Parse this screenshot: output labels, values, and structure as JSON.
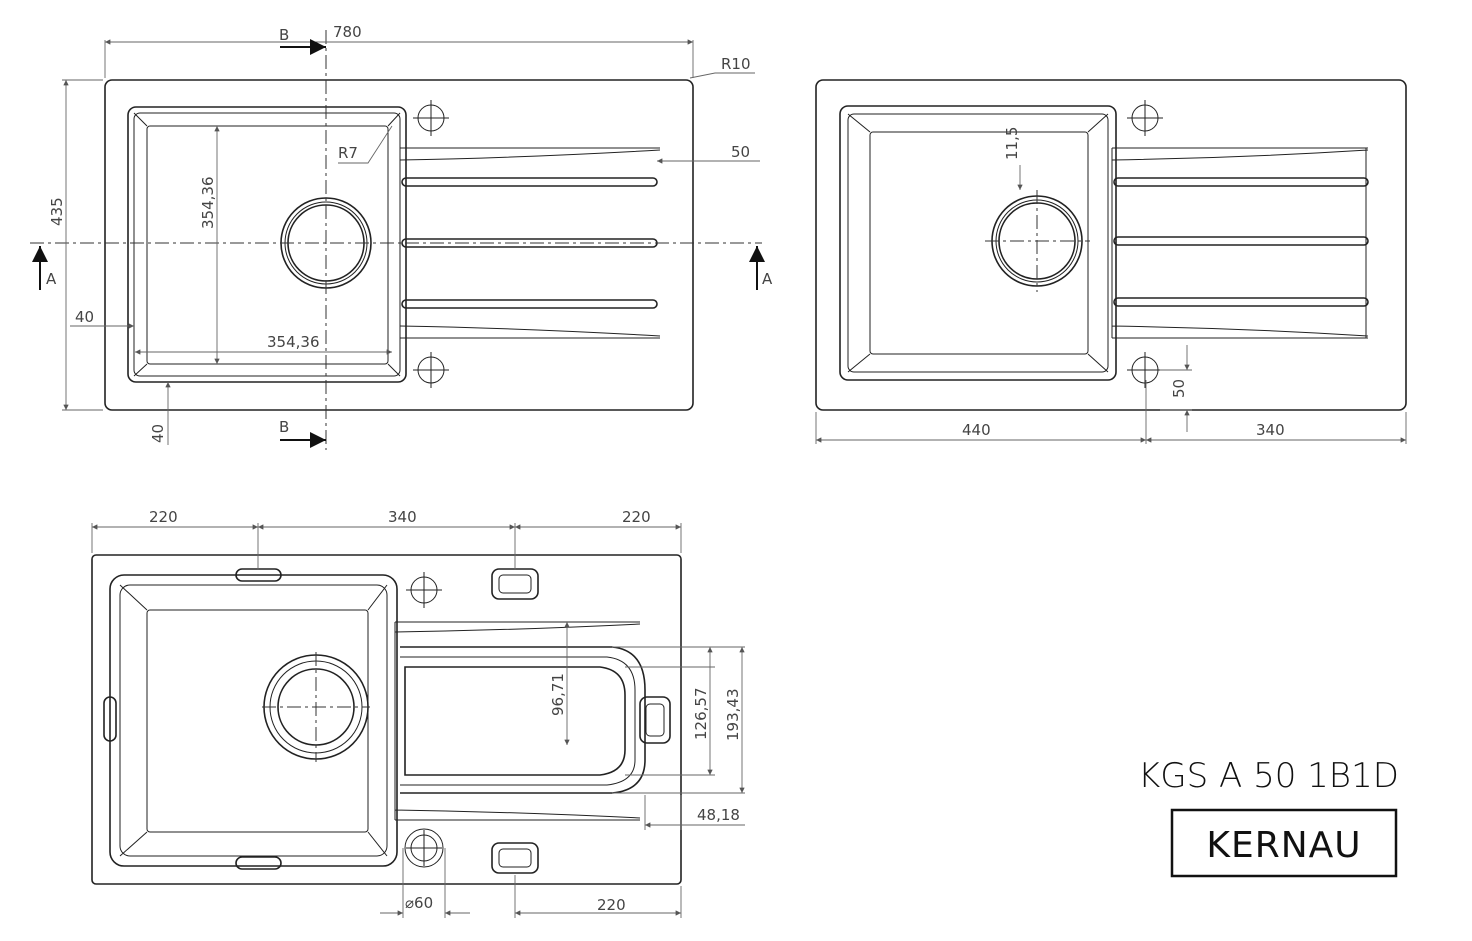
{
  "title": "KGS A 50 1B1D",
  "brand": "KERNAU",
  "top_view": {
    "width": "780",
    "radius_outer": "R10",
    "section_b": "B",
    "depth": "435",
    "bowl_height": "354,36",
    "bowl_width": "354,36",
    "radius_inner": "R7",
    "drainer_offset": "50",
    "section_a": "A",
    "left_margin": "40",
    "bottom_margin": "40"
  },
  "right_view": {
    "offset_top": "11,5",
    "left_width": "440",
    "right_width": "340",
    "hole_offset": "50"
  },
  "bottom_view": {
    "left_width": "220",
    "middle_width": "340",
    "right_width": "220",
    "tray_height": "96,71",
    "tray_outer_height": "126,57",
    "drainer_height": "193,43",
    "tray_offset": "48,18",
    "hole_diameter": "⌀60",
    "bottom_width": "220"
  }
}
